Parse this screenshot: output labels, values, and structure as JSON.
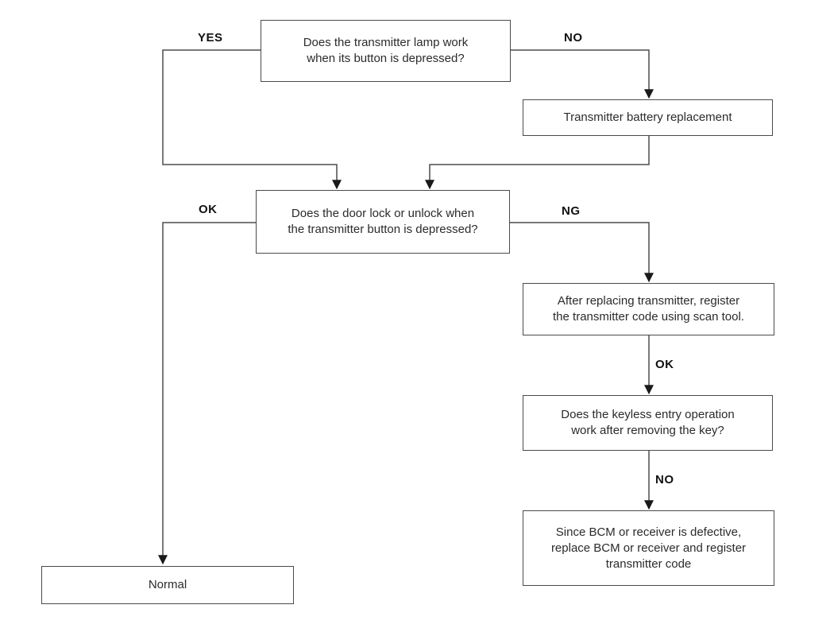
{
  "colors": {
    "background": "#ffffff",
    "box_border": "#4a4a4a",
    "connector_line": "#4d4d4d",
    "arrowhead": "#1a1a1a",
    "box_text": "#2b2b2b",
    "label_text": "#111111"
  },
  "flowchart": {
    "nodes": {
      "lamp_question": {
        "lines": [
          "Does the transmitter lamp work",
          "when its button is depressed?"
        ]
      },
      "battery_replacement": {
        "lines": [
          "Transmitter battery replacement"
        ]
      },
      "door_lock_question": {
        "lines": [
          "Does the door lock or unlock when",
          "the transmitter button is depressed?"
        ]
      },
      "register_code": {
        "lines": [
          "After replacing transmitter, register",
          "the transmitter code using scan tool."
        ]
      },
      "keyless_question": {
        "lines": [
          "Does the keyless entry operation",
          "work after removing the key?"
        ]
      },
      "replace_bcm": {
        "lines": [
          "Since BCM or receiver is defective,",
          "replace BCM or receiver and register",
          "transmitter code"
        ]
      },
      "normal": {
        "lines": [
          "Normal"
        ]
      }
    },
    "edge_labels": {
      "yes": "YES",
      "no_top": "NO",
      "ok_left": "OK",
      "ng": "NG",
      "ok_right": "OK",
      "no_bottom": "NO"
    }
  }
}
